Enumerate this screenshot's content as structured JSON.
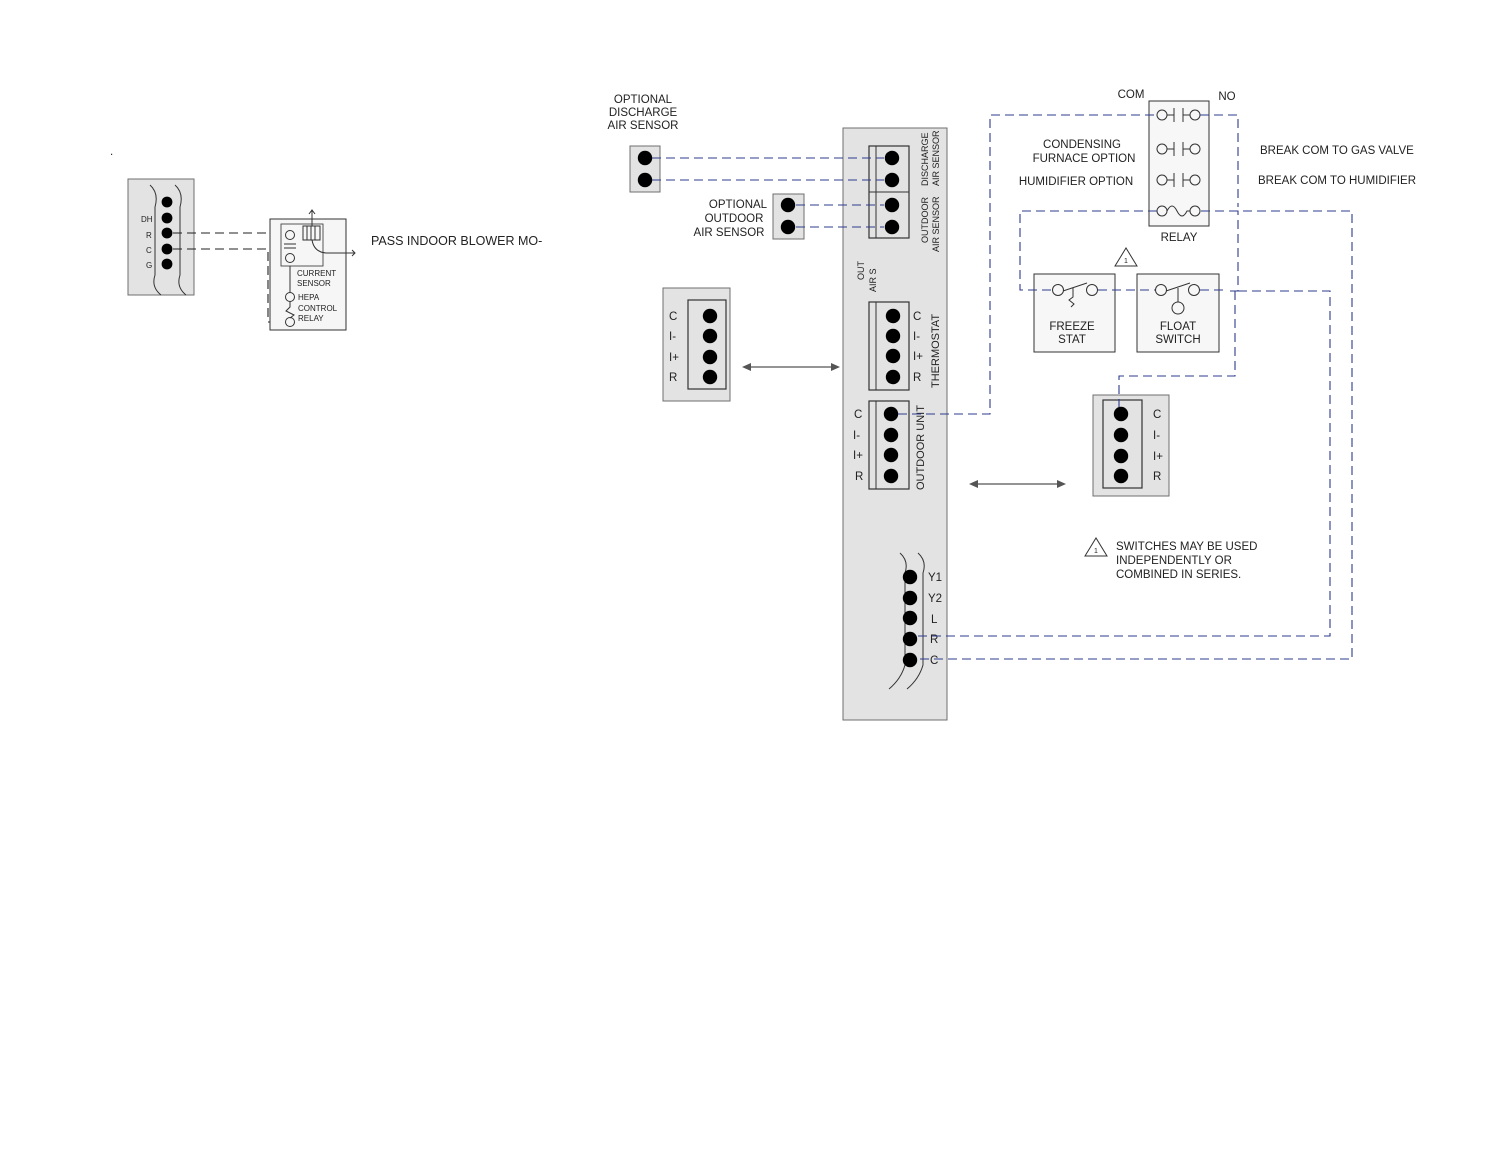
{
  "legacy_panel": {
    "dot": ".",
    "terminals": [
      "DH",
      "R",
      "C",
      "G"
    ],
    "relay_labels": [
      "CURRENT",
      "SENSOR",
      "HEPA",
      "CONTROL",
      "RELAY"
    ],
    "pass_text": "PASS INDOOR BLOWER MO-"
  },
  "sensors": {
    "discharge": [
      "OPTIONAL",
      "DISCHARGE",
      "AIR SENSOR"
    ],
    "outdoor": [
      "OPTIONAL",
      "OUTDOOR",
      "AIR SENSOR"
    ]
  },
  "control_board": {
    "discharge_label": [
      "DISCHARGE",
      "AIR SENSOR"
    ],
    "outdoor_sensor_label": [
      "OUTDOOR",
      "AIR SENSOR"
    ],
    "out_air_label": [
      "OUT",
      "AIR S"
    ],
    "thermostat_label": "THERMOSTAT",
    "outdoor_unit_label": "OUTDOOR UNIT",
    "comm_terminals": [
      "C",
      "I-",
      "I+",
      "R"
    ],
    "low_voltage_terminals": [
      "Y1",
      "Y2",
      "L",
      "R",
      "C"
    ]
  },
  "thermostat_block": {
    "terminals": [
      "C",
      "I-",
      "I+",
      "R"
    ]
  },
  "outdoor_block": {
    "terminals": [
      "C",
      "I-",
      "I+",
      "R"
    ]
  },
  "relay": {
    "com": "COM",
    "no": "NO",
    "title": "RELAY",
    "condensing": [
      "CONDENSING",
      "FURNACE OPTION"
    ],
    "humidifier": "HUMIDIFIER OPTION",
    "break_gas": "BREAK COM TO GAS VALVE",
    "break_humid": "BREAK COM TO HUMIDIFIER"
  },
  "switches": {
    "warning_number": "1",
    "freeze": [
      "FREEZE",
      "STAT"
    ],
    "float": [
      "FLOAT",
      "SWITCH"
    ],
    "note": [
      "SWITCHES MAY BE USED",
      "INDEPENDENTLY OR",
      "COMBINED IN SERIES."
    ]
  }
}
